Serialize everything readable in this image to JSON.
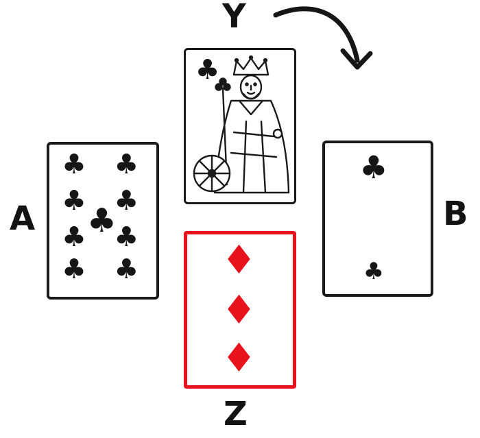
{
  "figure": {
    "labels": {
      "top": "Y",
      "left": "A",
      "right": "B",
      "bottom": "Z"
    },
    "cards": {
      "top": {
        "name": "King of Clubs",
        "rank": "K",
        "suit": "clubs",
        "suit_symbol": "♣"
      },
      "left": {
        "name": "Nine of Clubs",
        "rank": "9",
        "suit": "clubs",
        "suit_symbol": "♣",
        "pip_count": 9
      },
      "right": {
        "name": "Two of Clubs",
        "rank": "2",
        "suit": "clubs",
        "suit_symbol": "♣",
        "pip_count": 2
      },
      "bottom": {
        "name": "Three of Diamonds",
        "rank": "3",
        "suit": "diamonds",
        "suit_symbol": "♦",
        "pip_count": 3
      }
    },
    "colors": {
      "black": "#1a1a1a",
      "red": "#e8121c",
      "background": "#ffffff"
    }
  }
}
